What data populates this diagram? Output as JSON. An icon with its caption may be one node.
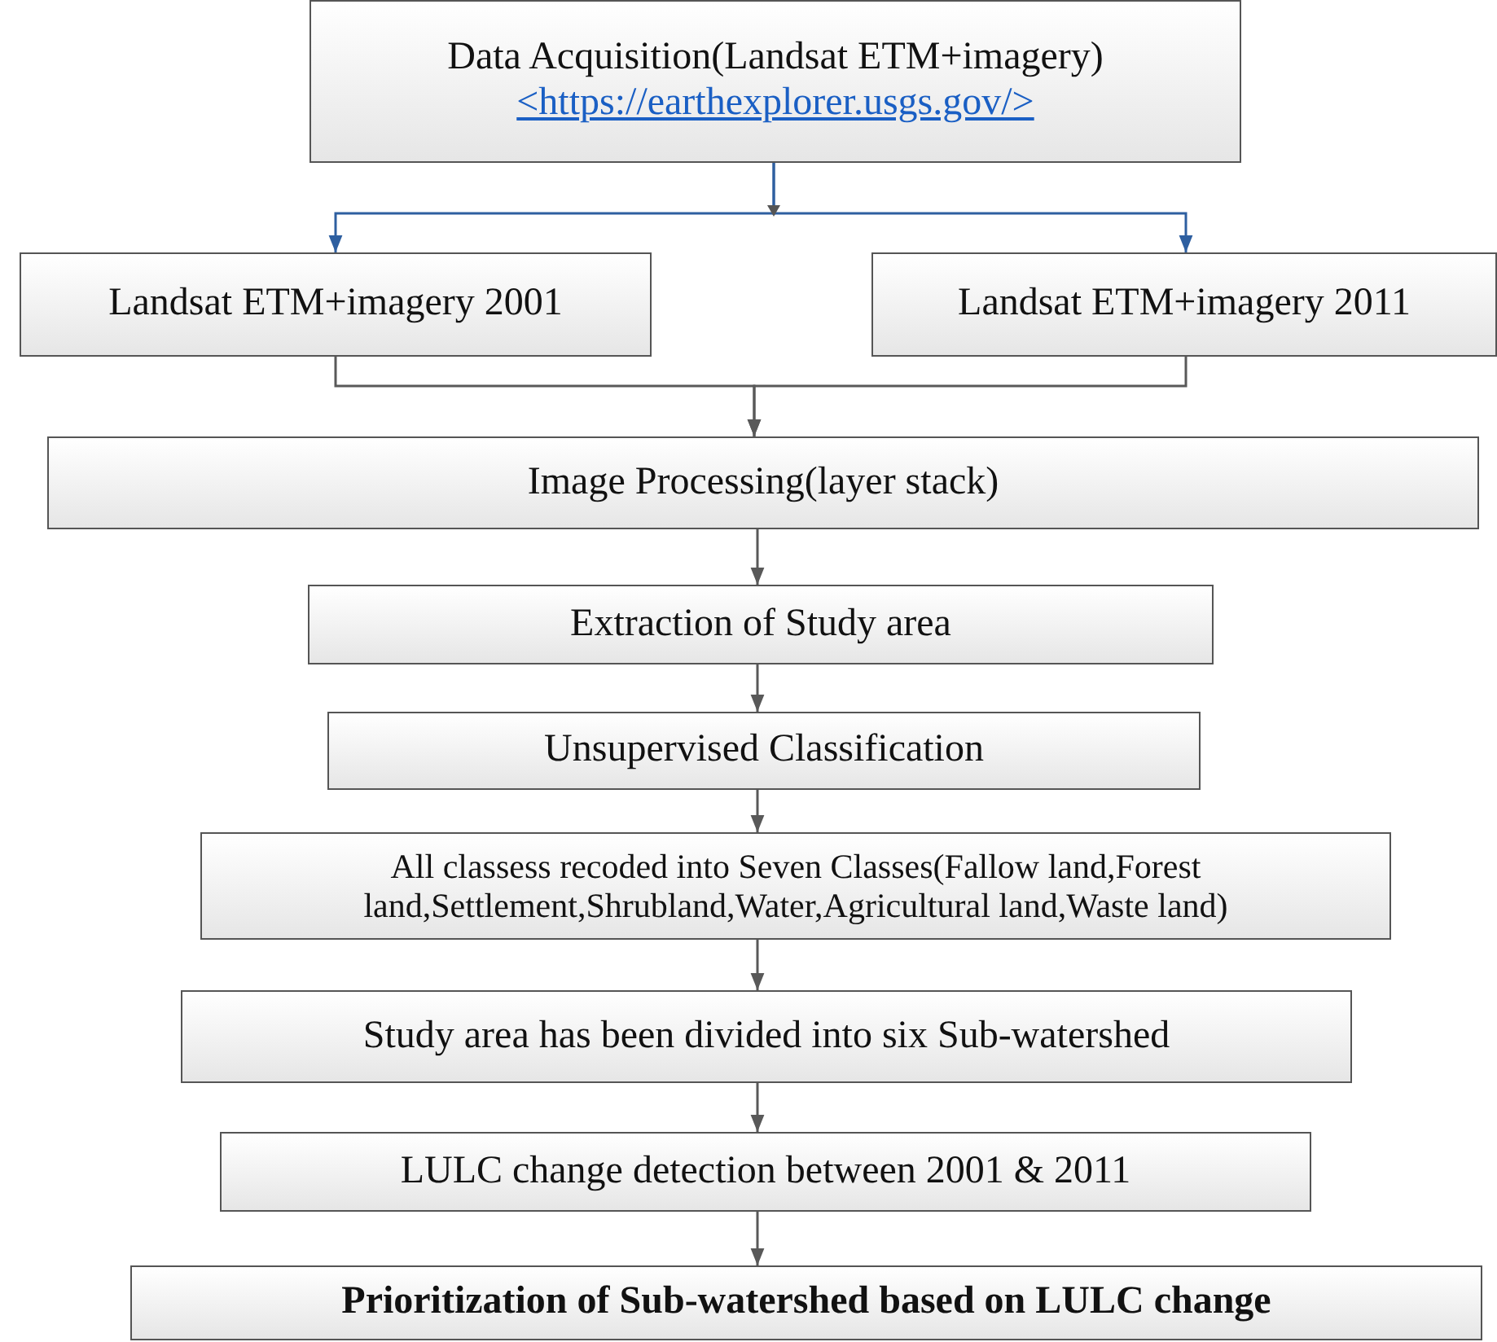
{
  "diagram": {
    "nodes": [
      {
        "text": [
          "Data Acquisition(Landsat ETM+imagery)",
          "<https://earthexplorer.usgs.gov/>"
        ]
      },
      {
        "text": [
          "Landsat ETM+imagery 2001"
        ]
      },
      {
        "text": [
          "Landsat ETM+imagery 2011"
        ]
      },
      {
        "text": [
          "Image Processing(layer stack)"
        ]
      },
      {
        "text": [
          "Extraction of Study area"
        ]
      },
      {
        "text": [
          "Unsupervised Classification"
        ]
      },
      {
        "text": [
          "All classess recoded into Seven Classes(Fallow land,Forest land,Settlement,Shrubland,Water,Agricultural land,Waste land)"
        ]
      },
      {
        "text": [
          "Study area has been divided into six Sub-watershed"
        ]
      },
      {
        "text": [
          "LULC change detection between 2001 & 2011"
        ]
      },
      {
        "text": [
          "Prioritization of Sub-watershed based on LULC change"
        ]
      }
    ],
    "edges": [
      {
        "from": 0,
        "to": 1,
        "arrow": "to",
        "color": "#2e5fa0"
      },
      {
        "from": 0,
        "to": 2,
        "arrow": "to",
        "color": "#2e5fa0"
      },
      {
        "from": 1,
        "to": 3,
        "arrow": "to"
      },
      {
        "from": 2,
        "to": 3,
        "arrow": "to"
      },
      {
        "from": 3,
        "to": 4,
        "arrow": "to"
      },
      {
        "from": 4,
        "to": 5,
        "arrow": "to"
      },
      {
        "from": 5,
        "to": 6,
        "arrow": "to"
      },
      {
        "from": 6,
        "to": 7,
        "arrow": "to"
      },
      {
        "from": 7,
        "to": 8,
        "arrow": "to"
      },
      {
        "from": 8,
        "to": 9,
        "arrow": "to"
      }
    ]
  }
}
